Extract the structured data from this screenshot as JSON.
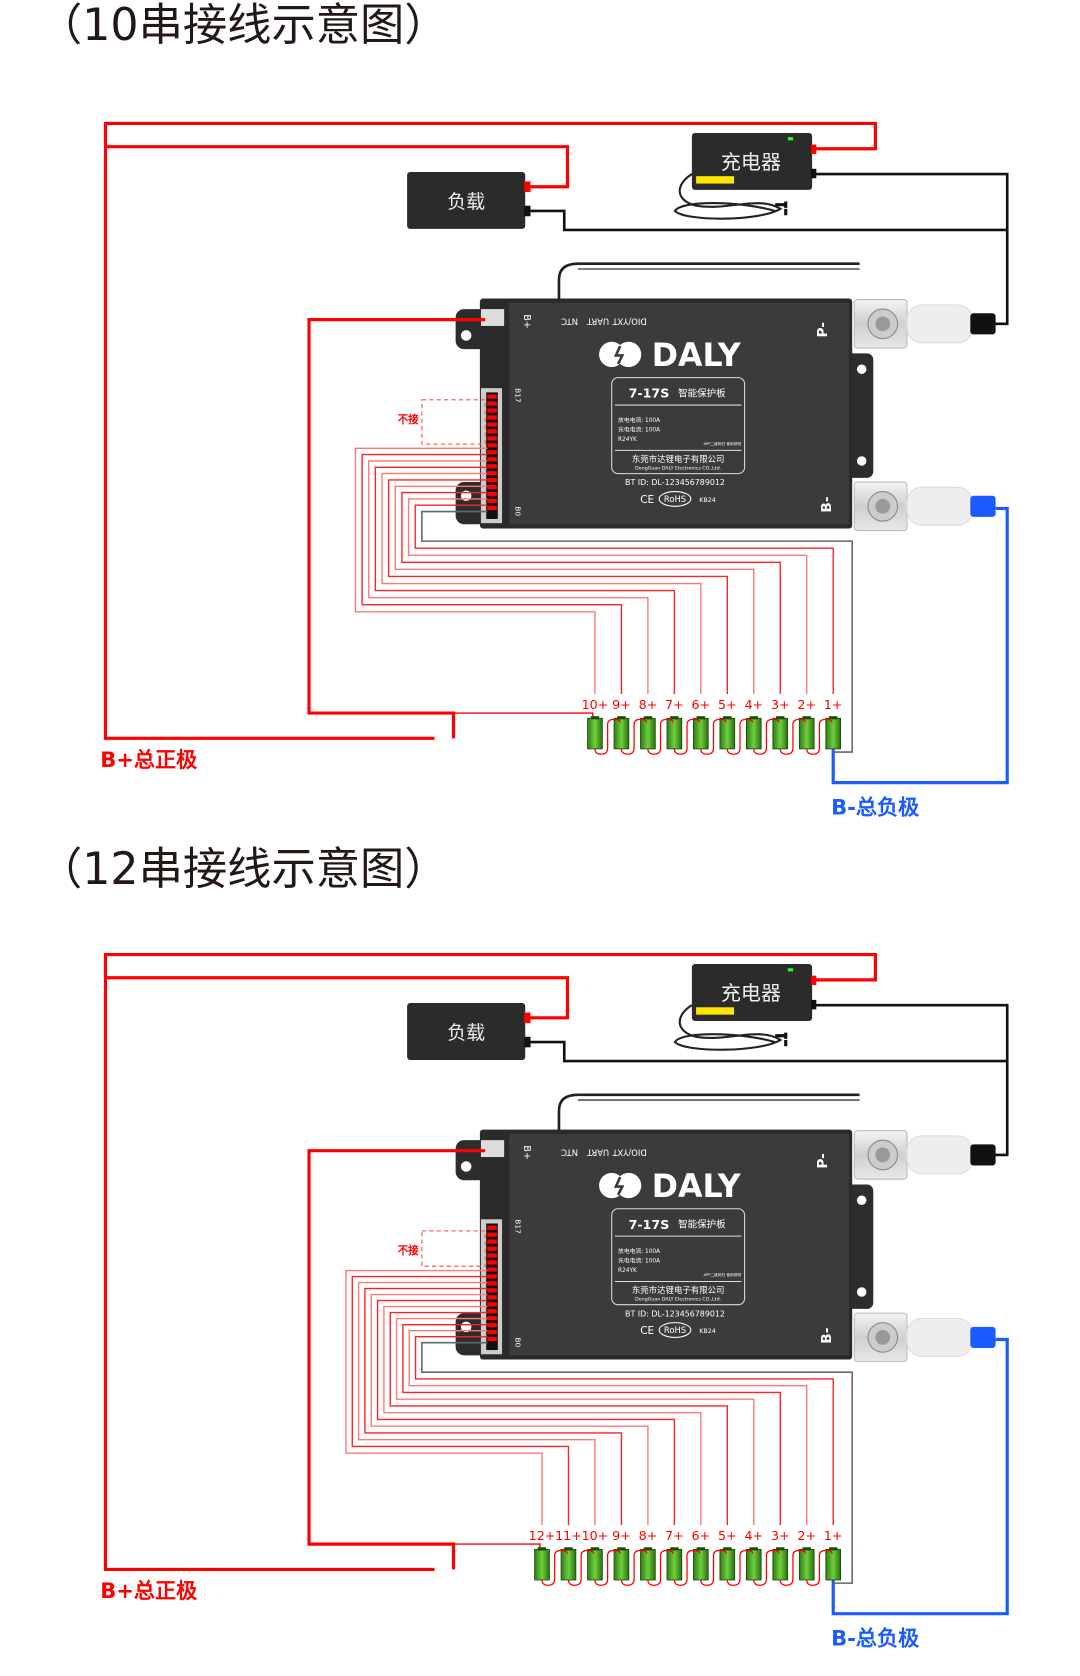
{
  "colors": {
    "red": "#ff0000",
    "blue": "#1a5cff",
    "black": "#111111",
    "gray": "#666666",
    "bms": "#3b3b3b",
    "battery": "#3a9b1f"
  },
  "diagrams": [
    {
      "title": "（10串接线示意图）",
      "series": 10,
      "load_label": "负载",
      "charger_label": "充电器",
      "not_connected_label": "不接",
      "bplus_total_label": "B+总正极",
      "bminus_total_label": "B-总负极",
      "battery_labels": [
        "1+",
        "2+",
        "3+",
        "4+",
        "5+",
        "6+",
        "7+",
        "8+",
        "9+",
        "10+"
      ]
    },
    {
      "title": "（12串接线示意图）",
      "series": 12,
      "load_label": "负载",
      "charger_label": "充电器",
      "not_connected_label": "不接",
      "bplus_total_label": "B+总正极",
      "bminus_total_label": "B-总负极",
      "battery_labels": [
        "1+",
        "2+",
        "3+",
        "4+",
        "5+",
        "6+",
        "7+",
        "8+",
        "9+",
        "10+",
        "11+",
        "12+"
      ]
    }
  ],
  "bms": {
    "port_bplus": "B+",
    "port_ntc": "NTC",
    "port_uart": "UART",
    "port_dio": "DIO/YXT",
    "port_pminus": "P-",
    "port_bminus": "B-",
    "pin_b17": "B17",
    "pin_b0": "B0",
    "brand": "DALY",
    "model": "7-17S",
    "product": "智能保护板",
    "discharge": "放电电流: 100A",
    "charge": "充电电流: 100A",
    "code": "R24YK",
    "app_note": "APP二维码扫 使用说明",
    "company_cn": "东莞市达锂电子有限公司",
    "company_en": "DongGuan DALY Electronics CO.,Ltd.",
    "bt_id": "BT ID: DL-123456789012",
    "ce": "CE",
    "rohs": "RoHS",
    "kb": "KB24"
  }
}
